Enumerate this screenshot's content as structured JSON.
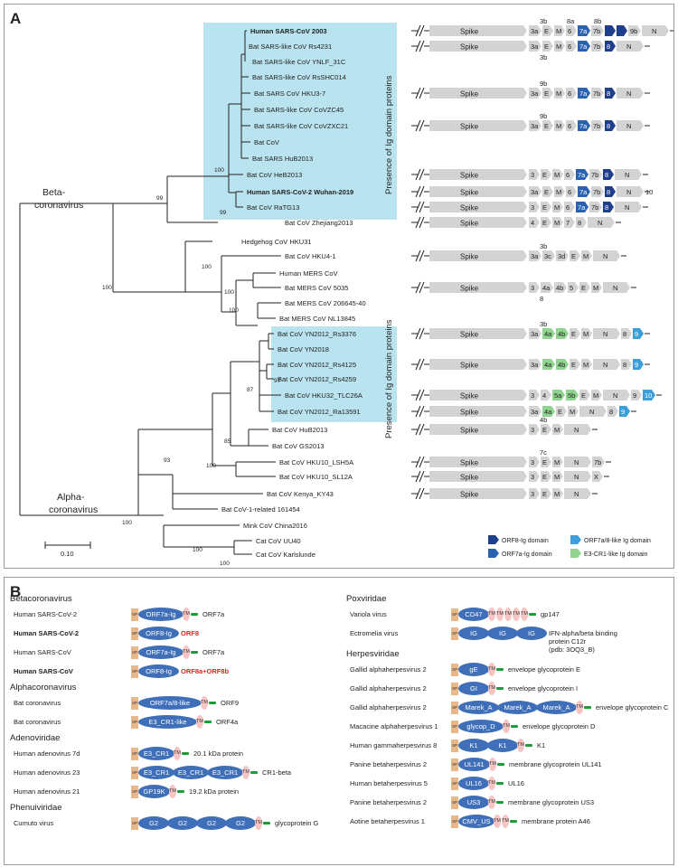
{
  "panelA": {
    "label": "A",
    "taxon_beta": [
      "Beta-",
      "coronavirus"
    ],
    "taxon_alpha": [
      "Alpha-",
      "coronavirus"
    ],
    "ig_presence_label": "Presence of Ig domain proteins",
    "scale_label": "0.10",
    "taxa": [
      {
        "name": "Human SARS-CoV 2003",
        "bold": true
      },
      {
        "name": "Bat SARS-like CoV Rs4231"
      },
      {
        "name": "Bat SARS-like CoV YNLF_31C"
      },
      {
        "name": "Bat SARS-like CoV RsSHC014"
      },
      {
        "name": "Bat SARS CoV HKU3-7"
      },
      {
        "name": "Bat SARS-like CoV CoVZC45"
      },
      {
        "name": "Bat SARS-like CoV CoVZXC21"
      },
      {
        "name": "Bat CoV"
      },
      {
        "name": "Bat SARS HuB2013"
      },
      {
        "name": "Bat CoV HeB2013"
      },
      {
        "name": "Human SARS-CoV-2 Wuhan-2019",
        "bold": true
      },
      {
        "name": "Bat CoV RaTG13"
      },
      {
        "name": "Bat CoV Zhejiang2013"
      },
      {
        "name": "Hedgehog CoV HKU31"
      },
      {
        "name": "Bat CoV HKU4-1"
      },
      {
        "name": "Human MERS CoV"
      },
      {
        "name": "Bat MERS CoV 5035"
      },
      {
        "name": "Bat MERS CoV 206645-40"
      },
      {
        "name": "Bat MERS CoV NL13845"
      },
      {
        "name": "Bat CoV YN2012_Rs3376"
      },
      {
        "name": "Bat CoV YN2018"
      },
      {
        "name": "Bat CoV YN2012_Rs4125"
      },
      {
        "name": "Bat CoV YN2012_Rs4259"
      },
      {
        "name": "Bat CoV HKU32_TLC26A"
      },
      {
        "name": "Bat CoV YN2012_Ra13591"
      },
      {
        "name": "Bat CoV HuB2013"
      },
      {
        "name": "Bat CoV GS2013"
      },
      {
        "name": "Bat CoV HKU10_LSH5A"
      },
      {
        "name": "Bat CoV HKU10_SL12A"
      },
      {
        "name": "Bat CoV Kenya_KY43"
      },
      {
        "name": "Bat CoV-1-related 161454"
      },
      {
        "name": "Mink CoV China2016"
      },
      {
        "name": "Cat CoV UU40"
      },
      {
        "name": "Cat CoV Karlslunde"
      }
    ],
    "bootstrap": [
      "100",
      "99",
      "99",
      "100",
      "100",
      "100",
      "97",
      "87",
      "85",
      "100",
      "93",
      "100",
      "100",
      "100",
      "100"
    ],
    "genomes": [
      {
        "row": 0,
        "genes": [
          {
            "t": "3a"
          },
          {
            "t": "E"
          },
          {
            "t": "M"
          },
          {
            "t": "6"
          },
          {
            "t": "7a",
            "c": "orf7a"
          },
          {
            "t": "7b"
          },
          {
            "t": "",
            "c": "orf8"
          },
          {
            "t": "",
            "c": "orf8"
          },
          {
            "t": "9b"
          },
          {
            "t": "N"
          }
        ],
        "above": [
          "3b",
          "8a",
          "8b"
        ],
        "below": []
      },
      {
        "row": 1,
        "genes": [
          {
            "t": "3a"
          },
          {
            "t": "E"
          },
          {
            "t": "M"
          },
          {
            "t": "6"
          },
          {
            "t": "7a",
            "c": "orf7a"
          },
          {
            "t": "7b"
          },
          {
            "t": "8",
            "c": "orf8"
          },
          {
            "t": "N"
          }
        ],
        "above": [],
        "below": [
          "3b"
        ]
      },
      {
        "row": 4,
        "genes": [
          {
            "t": "3a"
          },
          {
            "t": "E"
          },
          {
            "t": "M"
          },
          {
            "t": "6"
          },
          {
            "t": "7a",
            "c": "orf7a"
          },
          {
            "t": "7b"
          },
          {
            "t": "8",
            "c": "orf8"
          },
          {
            "t": "N"
          }
        ],
        "above": [
          "9b"
        ],
        "below": []
      },
      {
        "row": 6,
        "genes": [
          {
            "t": "3a"
          },
          {
            "t": "E"
          },
          {
            "t": "M"
          },
          {
            "t": "6"
          },
          {
            "t": "7a",
            "c": "orf7a"
          },
          {
            "t": "7b"
          },
          {
            "t": "8",
            "c": "orf8"
          },
          {
            "t": "N"
          }
        ],
        "above": [
          "9b"
        ],
        "below": []
      },
      {
        "row": 9,
        "genes": [
          {
            "t": "3"
          },
          {
            "t": "E"
          },
          {
            "t": "M"
          },
          {
            "t": "6"
          },
          {
            "t": "7a",
            "c": "orf7a"
          },
          {
            "t": "7b"
          },
          {
            "t": "8",
            "c": "orf8"
          },
          {
            "t": "N"
          }
        ],
        "above": [],
        "below": []
      },
      {
        "row": 10,
        "genes": [
          {
            "t": "3a"
          },
          {
            "t": "E"
          },
          {
            "t": "M"
          },
          {
            "t": "6"
          },
          {
            "t": "7a",
            "c": "orf7a"
          },
          {
            "t": "7b"
          },
          {
            "t": "8",
            "c": "orf8"
          },
          {
            "t": "N"
          }
        ],
        "tail": "10",
        "above": [],
        "below": []
      },
      {
        "row": 11,
        "genes": [
          {
            "t": "3"
          },
          {
            "t": "E"
          },
          {
            "t": "M"
          },
          {
            "t": "6"
          },
          {
            "t": "7a",
            "c": "orf7a"
          },
          {
            "t": "7b"
          },
          {
            "t": "8",
            "c": "orf8"
          },
          {
            "t": "N"
          }
        ],
        "above": [],
        "below": []
      },
      {
        "row": 12,
        "genes": [
          {
            "t": "4"
          },
          {
            "t": "E"
          },
          {
            "t": "M"
          },
          {
            "t": "7"
          },
          {
            "t": "8"
          },
          {
            "t": "N"
          }
        ],
        "above": [],
        "below": []
      },
      {
        "row": 14,
        "genes": [
          {
            "t": "3a"
          },
          {
            "t": "3c"
          },
          {
            "t": "3d"
          },
          {
            "t": "E"
          },
          {
            "t": "M"
          },
          {
            "t": "N"
          }
        ],
        "above": [
          "3b"
        ],
        "below": []
      },
      {
        "row": 16,
        "genes": [
          {
            "t": "3"
          },
          {
            "t": "4a"
          },
          {
            "t": "4b"
          },
          {
            "t": "5"
          },
          {
            "t": "E"
          },
          {
            "t": "M"
          },
          {
            "t": "N"
          }
        ],
        "above": [],
        "below": [
          "8"
        ]
      },
      {
        "row": 19,
        "genes": [
          {
            "t": "3a"
          },
          {
            "t": "4a",
            "c": "e3"
          },
          {
            "t": "4b",
            "c": "e3"
          },
          {
            "t": "E"
          },
          {
            "t": "M"
          },
          {
            "t": "N"
          },
          {
            "t": "8"
          },
          {
            "t": "9",
            "c": "orf7a8"
          }
        ],
        "above": [
          "3b"
        ],
        "below": []
      },
      {
        "row": 21,
        "genes": [
          {
            "t": "3a"
          },
          {
            "t": "4a",
            "c": "e3"
          },
          {
            "t": "4b",
            "c": "e3"
          },
          {
            "t": "E"
          },
          {
            "t": "M"
          },
          {
            "t": "N"
          },
          {
            "t": "8"
          },
          {
            "t": "9",
            "c": "orf7a8"
          }
        ],
        "above": [],
        "below": []
      },
      {
        "row": 23,
        "genes": [
          {
            "t": "3"
          },
          {
            "t": "4"
          },
          {
            "t": "5a",
            "c": "e3"
          },
          {
            "t": "5b",
            "c": "e3"
          },
          {
            "t": "E"
          },
          {
            "t": "M"
          },
          {
            "t": "N"
          },
          {
            "t": "9"
          },
          {
            "t": "10",
            "c": "orf7a8"
          }
        ],
        "above": [],
        "below": []
      },
      {
        "row": 24,
        "genes": [
          {
            "t": "3a"
          },
          {
            "t": "4a",
            "c": "e3"
          },
          {
            "t": "E"
          },
          {
            "t": "M"
          },
          {
            "t": "N"
          },
          {
            "t": "8"
          },
          {
            "t": "9",
            "c": "orf7a8"
          }
        ],
        "above": [],
        "below": []
      },
      {
        "row": 25,
        "genes": [
          {
            "t": "3"
          },
          {
            "t": "E"
          },
          {
            "t": "M"
          },
          {
            "t": "N"
          }
        ],
        "above": [
          "4b"
        ],
        "below": []
      },
      {
        "row": 27,
        "genes": [
          {
            "t": "3"
          },
          {
            "t": "E"
          },
          {
            "t": "M"
          },
          {
            "t": "N"
          },
          {
            "t": "7b"
          }
        ],
        "above": [
          "7c"
        ],
        "below": []
      },
      {
        "row": 28,
        "genes": [
          {
            "t": "3"
          },
          {
            "t": "E"
          },
          {
            "t": "M"
          },
          {
            "t": "N"
          },
          {
            "t": "X"
          }
        ],
        "above": [],
        "below": []
      },
      {
        "row": 29,
        "genes": [
          {
            "t": "3"
          },
          {
            "t": "E"
          },
          {
            "t": "M"
          },
          {
            "t": "N"
          }
        ],
        "above": [],
        "below": []
      }
    ],
    "spike_label": "Spike",
    "legend": [
      {
        "label": "ORF8-Ig domain",
        "key": "orf8"
      },
      {
        "label": "ORF7a/8-like Ig domain",
        "key": "orf7a8"
      },
      {
        "label": "ORF7a-Ig domain",
        "key": "orf7a"
      },
      {
        "label": "E3-CR1-like Ig domain",
        "key": "e3"
      }
    ],
    "colors": {
      "orf8": "#1f3e8c",
      "orf7a": "#2a62b0",
      "orf7a8": "#3d9fd9",
      "e3": "#8fd48f",
      "gene": "#d3d3d3",
      "shade": "#b9e3ef"
    }
  },
  "panelB": {
    "label": "B",
    "left": [
      {
        "type": "cat",
        "text": "Betacoronavirus"
      },
      {
        "type": "row",
        "name": "Human SARS-CoV-2",
        "ig": [
          "ORF7a-Ig"
        ],
        "tm": 1,
        "desc": "ORF7a"
      },
      {
        "type": "row",
        "name": "Human SARS-CoV-2",
        "bold": true,
        "ig": [
          "ORF8-Ig"
        ],
        "tm": 0,
        "desc": "ORF8",
        "red": true
      },
      {
        "type": "row",
        "name": "Human SARS-CoV",
        "ig": [
          "ORF7a-Ig"
        ],
        "tm": 1,
        "desc": "ORF7a"
      },
      {
        "type": "row",
        "name": "Human SARS-CoV",
        "bold": true,
        "ig": [
          "ORF8-Ig"
        ],
        "tm": 0,
        "desc": "ORF8a+ORF8b",
        "red": true
      },
      {
        "type": "cat",
        "text": "Alphacoronavirus"
      },
      {
        "type": "row",
        "name": "Bat coronavirus",
        "ig": [
          "ORF7a/8-like"
        ],
        "tm": 1,
        "desc": "ORF9"
      },
      {
        "type": "row",
        "name": "Bat coronavirus",
        "ig": [
          "E3_CR1-like"
        ],
        "tm": 1,
        "desc": "ORF4a"
      },
      {
        "type": "cat",
        "text": "Adenoviridae"
      },
      {
        "type": "row",
        "name": "Human adenovirus 7d",
        "ig": [
          "E3_CR1"
        ],
        "tm": 1,
        "desc": "20.1 kDa protein"
      },
      {
        "type": "row",
        "name": "Human adenovirus 23",
        "ig": [
          "E3_CR1",
          "E3_CR1",
          "E3_CR1"
        ],
        "tm": 1,
        "desc": "CR1-beta"
      },
      {
        "type": "row",
        "name": "Human adenovirus 21",
        "ig": [
          "GP19K"
        ],
        "tm": 1,
        "desc": "19.2 kDa protein"
      },
      {
        "type": "cat",
        "text": "Phenuiviridae"
      },
      {
        "type": "row",
        "name": "Cumuto virus",
        "ig": [
          "G2",
          "G2",
          "G2",
          "G2"
        ],
        "tm": 1,
        "desc": "glycoprotein G"
      }
    ],
    "right": [
      {
        "type": "cat",
        "text": "Poxviridae"
      },
      {
        "type": "row",
        "name": "Variola virus",
        "ig": [
          "CD47"
        ],
        "tm": 5,
        "tmLabel": "TM",
        "desc": "gp147"
      },
      {
        "type": "row",
        "name": "Ectromelia virus",
        "ig": [
          "IG",
          "IG",
          "IG"
        ],
        "tm": 0,
        "desc": "IFN-alpha/beta binding",
        "desc2": "protein C12r",
        "desc3": "(pdb: 3OQ3_B)"
      },
      {
        "type": "cat",
        "text": "Herpesviridae"
      },
      {
        "type": "row",
        "name": "Gallid alphaherpesvirus 2",
        "ig": [
          "gE"
        ],
        "tm": 1,
        "desc": "envelope glycoprotein E"
      },
      {
        "type": "row",
        "name": "Gallid alphaherpesvirus 2",
        "ig": [
          "GI"
        ],
        "tm": 1,
        "desc": "envelope glycoprotein I"
      },
      {
        "type": "row",
        "name": "Gallid alphaherpesvirus 2",
        "ig": [
          "Marek_A",
          "Marek_A",
          "Marek_A"
        ],
        "tm": 1,
        "desc": "envelope glycoprotein C"
      },
      {
        "type": "row",
        "name": "Macacine alphaherpesvirus 1",
        "ig": [
          "glycop_D"
        ],
        "tm": 1,
        "desc": "envelope glycoprotein D"
      },
      {
        "type": "row",
        "name": "Human gammaherpesvirus 8",
        "ig": [
          "K1",
          "K1"
        ],
        "tm": 1,
        "desc": "K1"
      },
      {
        "type": "row",
        "name": "Panine betaherpesvirus 2",
        "ig": [
          "UL141"
        ],
        "tm": 1,
        "desc": "membrane glycoprotein UL141"
      },
      {
        "type": "row",
        "name": "Human betaherpesvirus 5",
        "ig": [
          "UL16"
        ],
        "tm": 1,
        "desc": "UL16"
      },
      {
        "type": "row",
        "name": "Panine betaherpesvirus 2",
        "ig": [
          "US3"
        ],
        "tm": 1,
        "desc": "membrane glycoprotein US3"
      },
      {
        "type": "row",
        "name": "Aotine betaherpesvirus 1",
        "ig": [
          "CMV_US"
        ],
        "tm": 2,
        "desc": "membrane protein A46"
      }
    ],
    "sp_label": "SP",
    "tm_label": "TM"
  }
}
